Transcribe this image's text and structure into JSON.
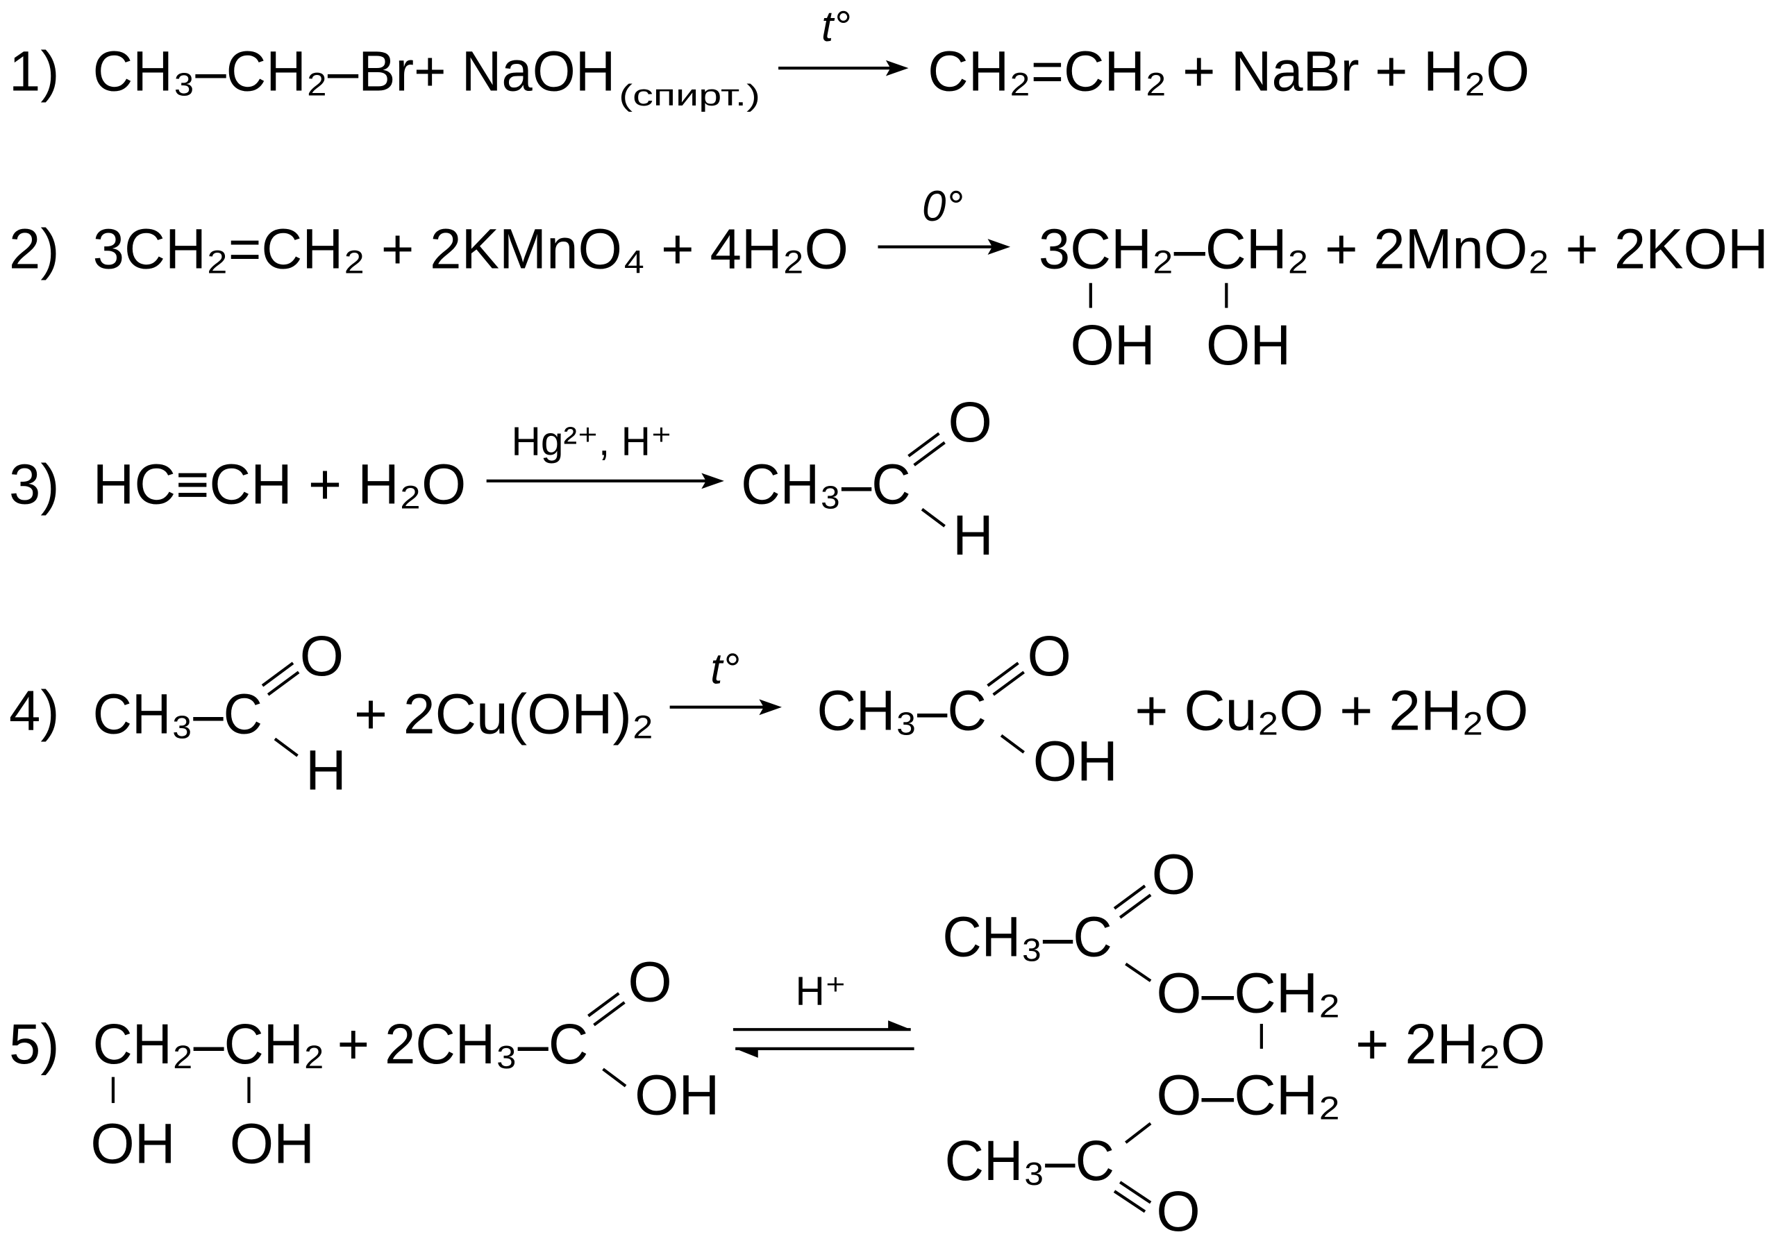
{
  "reactions": [
    {
      "number": "1)",
      "reactants": "CH₃–CH₂–Br+ NaOH",
      "reactant_note": "(спирт.)",
      "condition": "t°",
      "products": "CH₂=CH₂ + NaBr + H₂O"
    },
    {
      "number": "2)",
      "reactants": "3CH₂=CH₂ + 2KMnO₄ + 4H₂O",
      "condition": "0°",
      "products": "3CH₂–CH₂ + 2MnO₂ + 2KOH",
      "product_oh_1": "OH",
      "product_oh_2": "OH"
    },
    {
      "number": "3)",
      "reactants": "HC≡CH + H₂O",
      "condition": "Hg²⁺, H⁺",
      "product_chain": "CH₃–C",
      "product_o": "O",
      "product_h": "H"
    },
    {
      "number": "4)",
      "reactant_chain": "CH₃–C",
      "reactant_o": "O",
      "reactant_h": "H",
      "reactants_rest": "+ 2Cu(OH)₂",
      "condition": "t°",
      "product_chain": "CH₃–C",
      "product_o": "O",
      "product_oh": "OH",
      "products_rest": "+ Cu₂O + 2H₂O"
    },
    {
      "number": "5)",
      "reactant_glycol": "CH₂–CH₂",
      "reactant_oh_1": "OH",
      "reactant_oh_2": "OH",
      "reactant_acid": "+ 2CH₃–C",
      "reactant_acid_o": "O",
      "reactant_acid_oh": "OH",
      "condition": "H⁺",
      "product_top_chain": "CH₃–C",
      "product_top_o": "O",
      "product_ester_1": "O–CH₂",
      "product_ester_2": "O–CH₂",
      "product_bottom_chain": "CH₃–C",
      "product_bottom_o": "O",
      "products_rest": "+ 2H₂O"
    }
  ]
}
